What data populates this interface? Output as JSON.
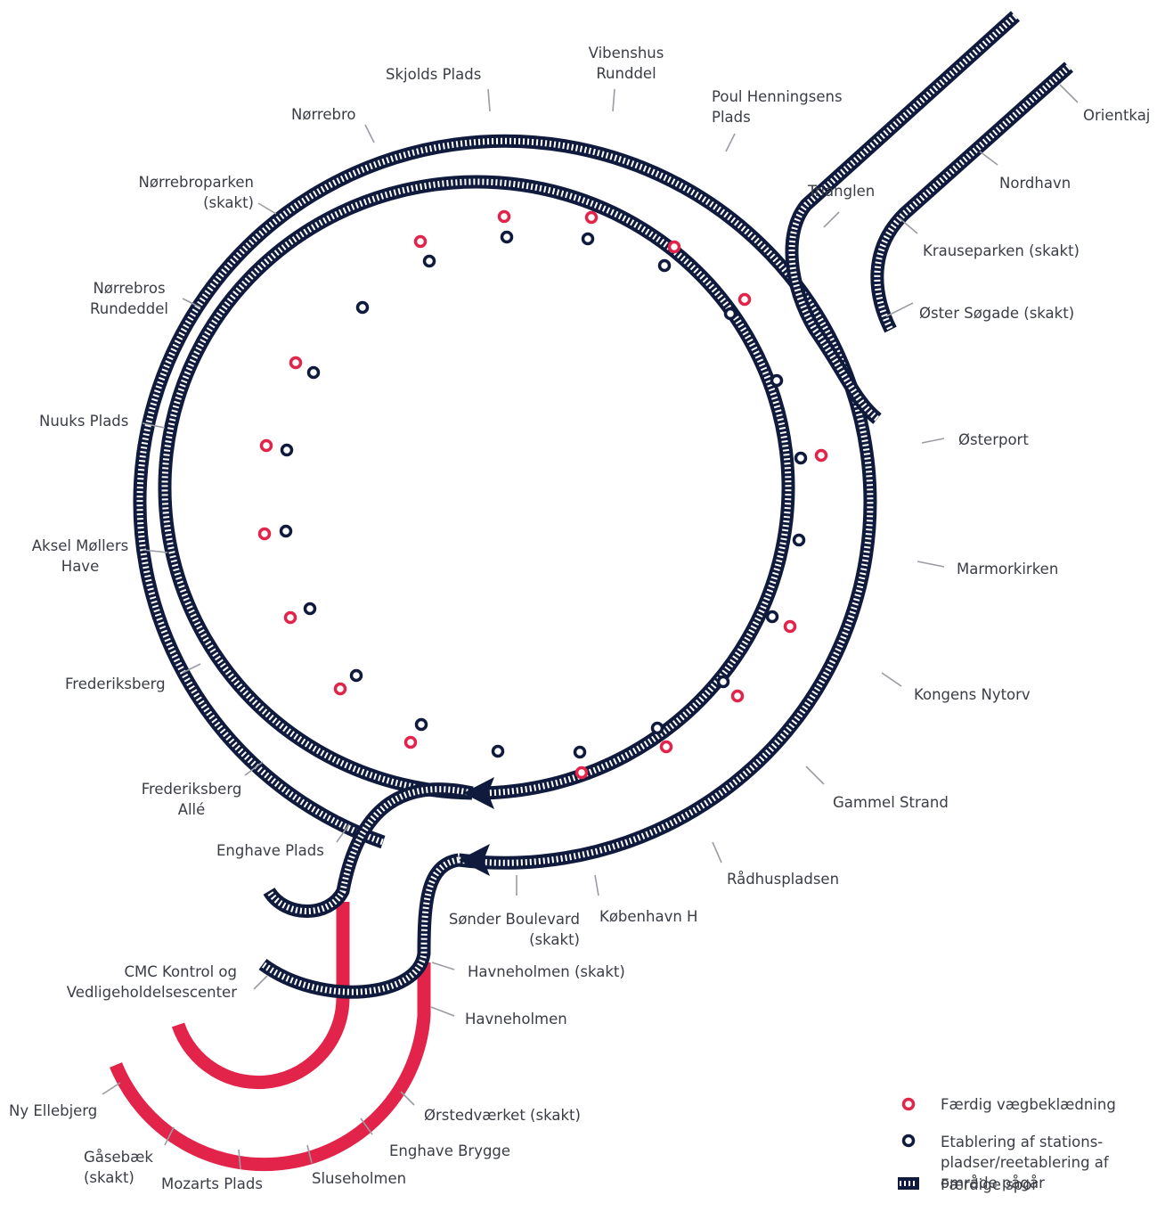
{
  "colors": {
    "track": "#0f1a3d",
    "sleeper": "#ffffff",
    "red": "#e2234a",
    "label": "#3a3d45",
    "leader": "#9a9ca3"
  },
  "stations": {
    "orientkaj": "Orientkaj",
    "nordhavn": "Nordhavn",
    "krauseparken": "Krauseparken (skakt)",
    "oster_sogade": "Øster Søgade (skakt)",
    "trianglen": "Trianglen",
    "osterport": "Østerport",
    "marmorkirken": "Marmorkirken",
    "kongens_nytorv": "Kongens Nytorv",
    "gammel_strand": "Gammel Strand",
    "radhuspladsen": "Rådhuspladsen",
    "kobenhavn_h": "København H",
    "sonder_boulevard": "Sønder Boulevard\n(skakt)",
    "havneholmen_skakt": "Havneholmen (skakt)",
    "havneholmen": "Havneholmen",
    "orstedvarket": "Ørstedværket (skakt)",
    "enghave_brygge": "Enghave Brygge",
    "sluseholmen": "Sluseholmen",
    "mozarts_plads": "Mozarts Plads",
    "gasebaek": "Gåsebæk\n(skakt)",
    "ny_ellebjerg": "Ny Ellebjerg",
    "cmc": "CMC Kontrol og\nVedligeholdelsescenter",
    "enghave_plads": "Enghave Plads",
    "frederiksberg_alle": "Frederiksberg\nAllé",
    "frederiksberg": "Frederiksberg",
    "aksel_mollers_have": "Aksel Møllers\nHave",
    "nuuks_plads": "Nuuks Plads",
    "norrebros_runddel": "Nørrebros\nRundeddel",
    "norrebroparken": "Nørrebroparken\n(skakt)",
    "norrebro": "Nørrebro",
    "skjolds_plads": "Skjolds Plads",
    "vibenshus_runddel": "Vibenshus\nRunddel",
    "poul_henningsens_plads": "Poul Henningsens\nPlads"
  },
  "legend": {
    "red_circle": "Færdig vægbeklædning",
    "blue_circle": "Etablering af stations-\npladser/reetablering af\nområde pågår",
    "track": "Færdige spor"
  }
}
